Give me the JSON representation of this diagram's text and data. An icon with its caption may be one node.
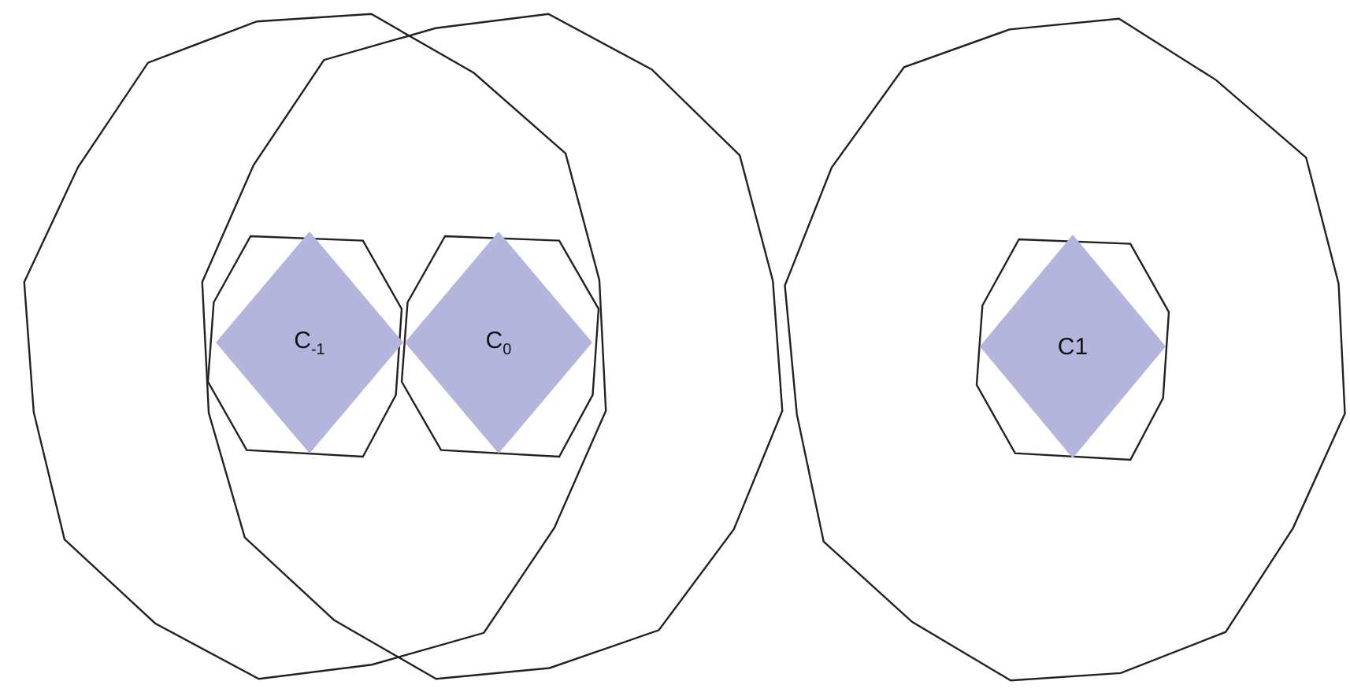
{
  "diagram": {
    "nodes": [
      {
        "text": [],
        "shape": "polygon"
      },
      {
        "text": [],
        "shape": "polygon"
      },
      {
        "text": [],
        "shape": "polygon"
      },
      {
        "text": [
          "C$_{-1}$"
        ]
      },
      {
        "text": [],
        "shape": "polygon"
      },
      {
        "text": [
          "C$_{0}$"
        ]
      },
      {
        "text": [],
        "shape": "polygon"
      },
      {
        "text": [],
        "shape": "polygon",
        "in": 6
      },
      {
        "text": [
          "C1"
        ],
        "in": 7
      }
    ]
  }
}
